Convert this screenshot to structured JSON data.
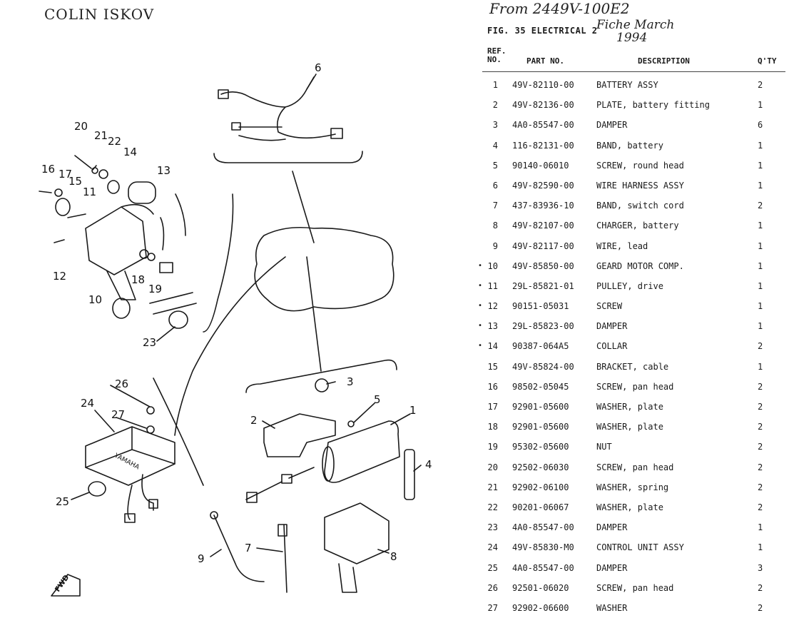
{
  "notes": {
    "author": "COLIN ISKOV",
    "from": "From 2449V-100E2",
    "fiche_line1": "Fiche March",
    "fiche_line2": "1994"
  },
  "figure": {
    "title": "FIG. 35  ELECTRICAL 2"
  },
  "table": {
    "headers": {
      "ref": "REF. NO.",
      "part": "PART NO.",
      "desc": "DESCRIPTION",
      "qty": "Q'TY"
    },
    "rows": [
      {
        "mark": "",
        "ref": "1",
        "part": "49V-82110-00",
        "desc": "BATTERY ASSY",
        "qty": "2"
      },
      {
        "mark": "",
        "ref": "2",
        "part": "49V-82136-00",
        "desc": "PLATE, battery fitting",
        "qty": "1"
      },
      {
        "mark": "",
        "ref": "3",
        "part": "4A0-85547-00",
        "desc": "DAMPER",
        "qty": "6"
      },
      {
        "mark": "",
        "ref": "4",
        "part": "116-82131-00",
        "desc": "BAND, battery",
        "qty": "1"
      },
      {
        "mark": "",
        "ref": "5",
        "part": "90140-06010",
        "desc": "SCREW, round head",
        "qty": "1"
      },
      {
        "mark": "",
        "ref": "6",
        "part": "49V-82590-00",
        "desc": "WIRE HARNESS ASSY",
        "qty": "1"
      },
      {
        "mark": "",
        "ref": "7",
        "part": "437-83936-10",
        "desc": "BAND, switch cord",
        "qty": "2"
      },
      {
        "mark": "",
        "ref": "8",
        "part": "49V-82107-00",
        "desc": "CHARGER, battery",
        "qty": "1"
      },
      {
        "mark": "",
        "ref": "9",
        "part": "49V-82117-00",
        "desc": "WIRE, lead",
        "qty": "1"
      },
      {
        "mark": "•",
        "ref": "10",
        "part": "49V-85850-00",
        "desc": "GEARD MOTOR COMP.",
        "qty": "1"
      },
      {
        "mark": "•",
        "ref": "11",
        "part": "29L-85821-01",
        "desc": "PULLEY, drive",
        "qty": "1"
      },
      {
        "mark": "•",
        "ref": "12",
        "part": "90151-05031",
        "desc": "SCREW",
        "qty": "1"
      },
      {
        "mark": "•",
        "ref": "13",
        "part": "29L-85823-00",
        "desc": "DAMPER",
        "qty": "1"
      },
      {
        "mark": "•",
        "ref": "14",
        "part": "90387-064A5",
        "desc": "COLLAR",
        "qty": "2"
      },
      {
        "mark": "",
        "ref": "15",
        "part": "49V-85824-00",
        "desc": "BRACKET, cable",
        "qty": "1"
      },
      {
        "mark": "",
        "ref": "16",
        "part": "98502-05045",
        "desc": "SCREW, pan head",
        "qty": "2"
      },
      {
        "mark": "",
        "ref": "17",
        "part": "92901-05600",
        "desc": "WASHER, plate",
        "qty": "2"
      },
      {
        "mark": "",
        "ref": "18",
        "part": "92901-05600",
        "desc": "WASHER, plate",
        "qty": "2"
      },
      {
        "mark": "",
        "ref": "19",
        "part": "95302-05600",
        "desc": "NUT",
        "qty": "2"
      },
      {
        "mark": "",
        "ref": "20",
        "part": "92502-06030",
        "desc": "SCREW, pan head",
        "qty": "2"
      },
      {
        "mark": "",
        "ref": "21",
        "part": "92902-06100",
        "desc": "WASHER, spring",
        "qty": "2"
      },
      {
        "mark": "",
        "ref": "22",
        "part": "90201-06067",
        "desc": "WASHER, plate",
        "qty": "2"
      },
      {
        "mark": "",
        "ref": "23",
        "part": "4A0-85547-00",
        "desc": "DAMPER",
        "qty": "1"
      },
      {
        "mark": "",
        "ref": "24",
        "part": "49V-85830-M0",
        "desc": "CONTROL UNIT ASSY",
        "qty": "1"
      },
      {
        "mark": "",
        "ref": "25",
        "part": "4A0-85547-00",
        "desc": "DAMPER",
        "qty": "3"
      },
      {
        "mark": "",
        "ref": "26",
        "part": "92501-06020",
        "desc": "SCREW, pan head",
        "qty": "2"
      },
      {
        "mark": "",
        "ref": "27",
        "part": "92902-06600",
        "desc": "WASHER",
        "qty": "2"
      }
    ]
  },
  "diagram": {
    "callouts": [
      "1",
      "2",
      "3",
      "4",
      "5",
      "6",
      "7",
      "8",
      "9",
      "10",
      "11",
      "12",
      "13",
      "14",
      "15",
      "16",
      "17",
      "18",
      "19",
      "20",
      "21",
      "22",
      "23",
      "24",
      "25",
      "26",
      "27"
    ],
    "fwd_label": "FWD",
    "brand_label": "YAMAHA"
  }
}
